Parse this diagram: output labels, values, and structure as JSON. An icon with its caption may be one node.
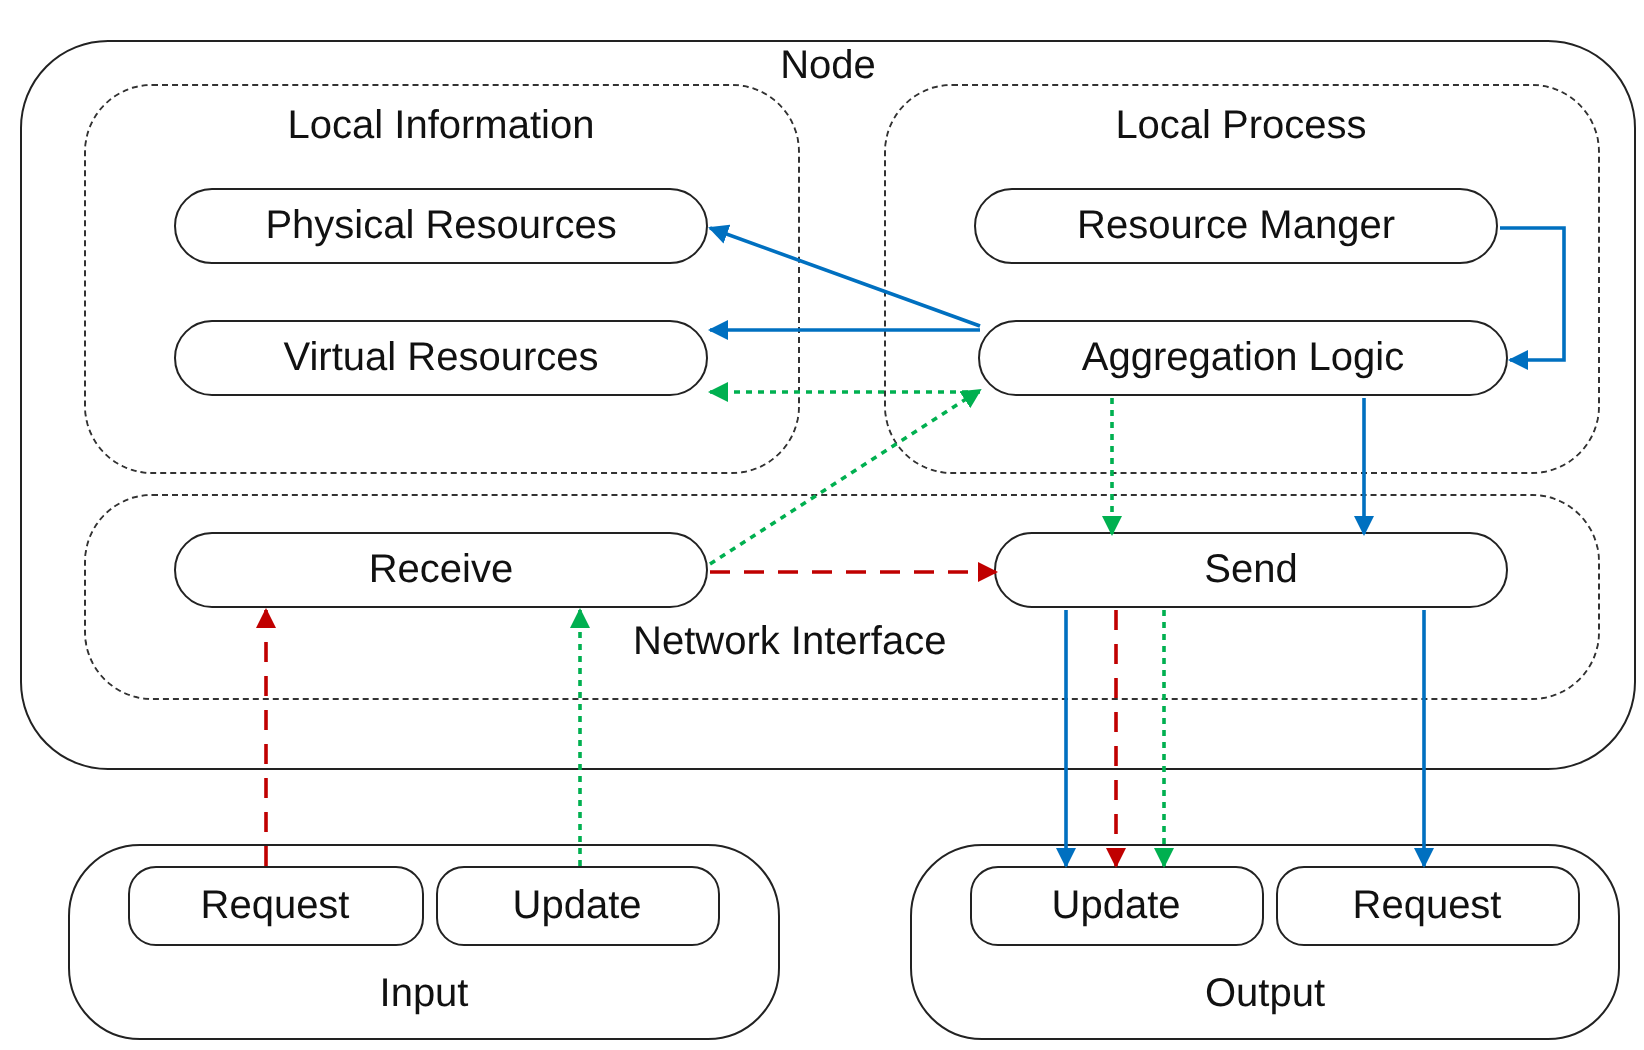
{
  "diagram": {
    "nodes": [
      {
        "text": [
          "Node"
        ]
      },
      {
        "text": [
          "Local Information"
        ],
        "in": 0
      },
      {
        "text": [
          "Physical Resources"
        ],
        "in": 1
      },
      {
        "text": [
          "Virtual Resources"
        ],
        "in": 1
      },
      {
        "text": [
          "Local Process"
        ],
        "in": 0
      },
      {
        "text": [
          "Resource Manger"
        ],
        "in": 4
      },
      {
        "text": [
          "Aggregation Logic"
        ],
        "in": 4
      },
      {
        "text": [
          "Network Interface"
        ],
        "in": 0
      },
      {
        "text": [
          "Receive"
        ],
        "in": 7
      },
      {
        "text": [
          "Send"
        ],
        "in": 7
      },
      {
        "text": [
          "Input"
        ]
      },
      {
        "text": [
          "Request"
        ],
        "in": 10
      },
      {
        "text": [
          "Update"
        ],
        "in": 10
      },
      {
        "text": [
          "Output"
        ]
      },
      {
        "text": [
          "Update"
        ],
        "in": 13
      },
      {
        "text": [
          "Request"
        ],
        "in": 13
      }
    ],
    "edges": [
      {
        "from": 6,
        "to": 2,
        "arrow": "to"
      },
      {
        "from": 6,
        "to": 3,
        "arrow": "to"
      },
      {
        "from": 6,
        "to": 3,
        "arrow": "to",
        "style": "dashed",
        "color": "#00b050"
      },
      {
        "from": 8,
        "to": 6,
        "arrow": "to",
        "style": "dashed",
        "color": "#00b050"
      },
      {
        "from": 5,
        "to": 6,
        "arrow": "to"
      },
      {
        "from": 6,
        "to": 9,
        "arrow": "to",
        "style": "dashed",
        "color": "#00b050"
      },
      {
        "from": 6,
        "to": 9,
        "arrow": "to"
      },
      {
        "from": 8,
        "to": 9,
        "arrow": "to",
        "style": "dashed",
        "color": "#c00000"
      },
      {
        "from": 11,
        "to": 8,
        "arrow": "to",
        "style": "dashed",
        "color": "#c00000"
      },
      {
        "from": 12,
        "to": 8,
        "arrow": "to",
        "style": "dashed",
        "color": "#00b050"
      },
      {
        "from": 9,
        "to": 14,
        "arrow": "to"
      },
      {
        "from": 9,
        "to": 14,
        "arrow": "to",
        "style": "dashed",
        "color": "#c00000"
      },
      {
        "from": 9,
        "to": 14,
        "arrow": "to",
        "style": "dashed",
        "color": "#00b050"
      },
      {
        "from": 9,
        "to": 15,
        "arrow": "to"
      }
    ]
  }
}
